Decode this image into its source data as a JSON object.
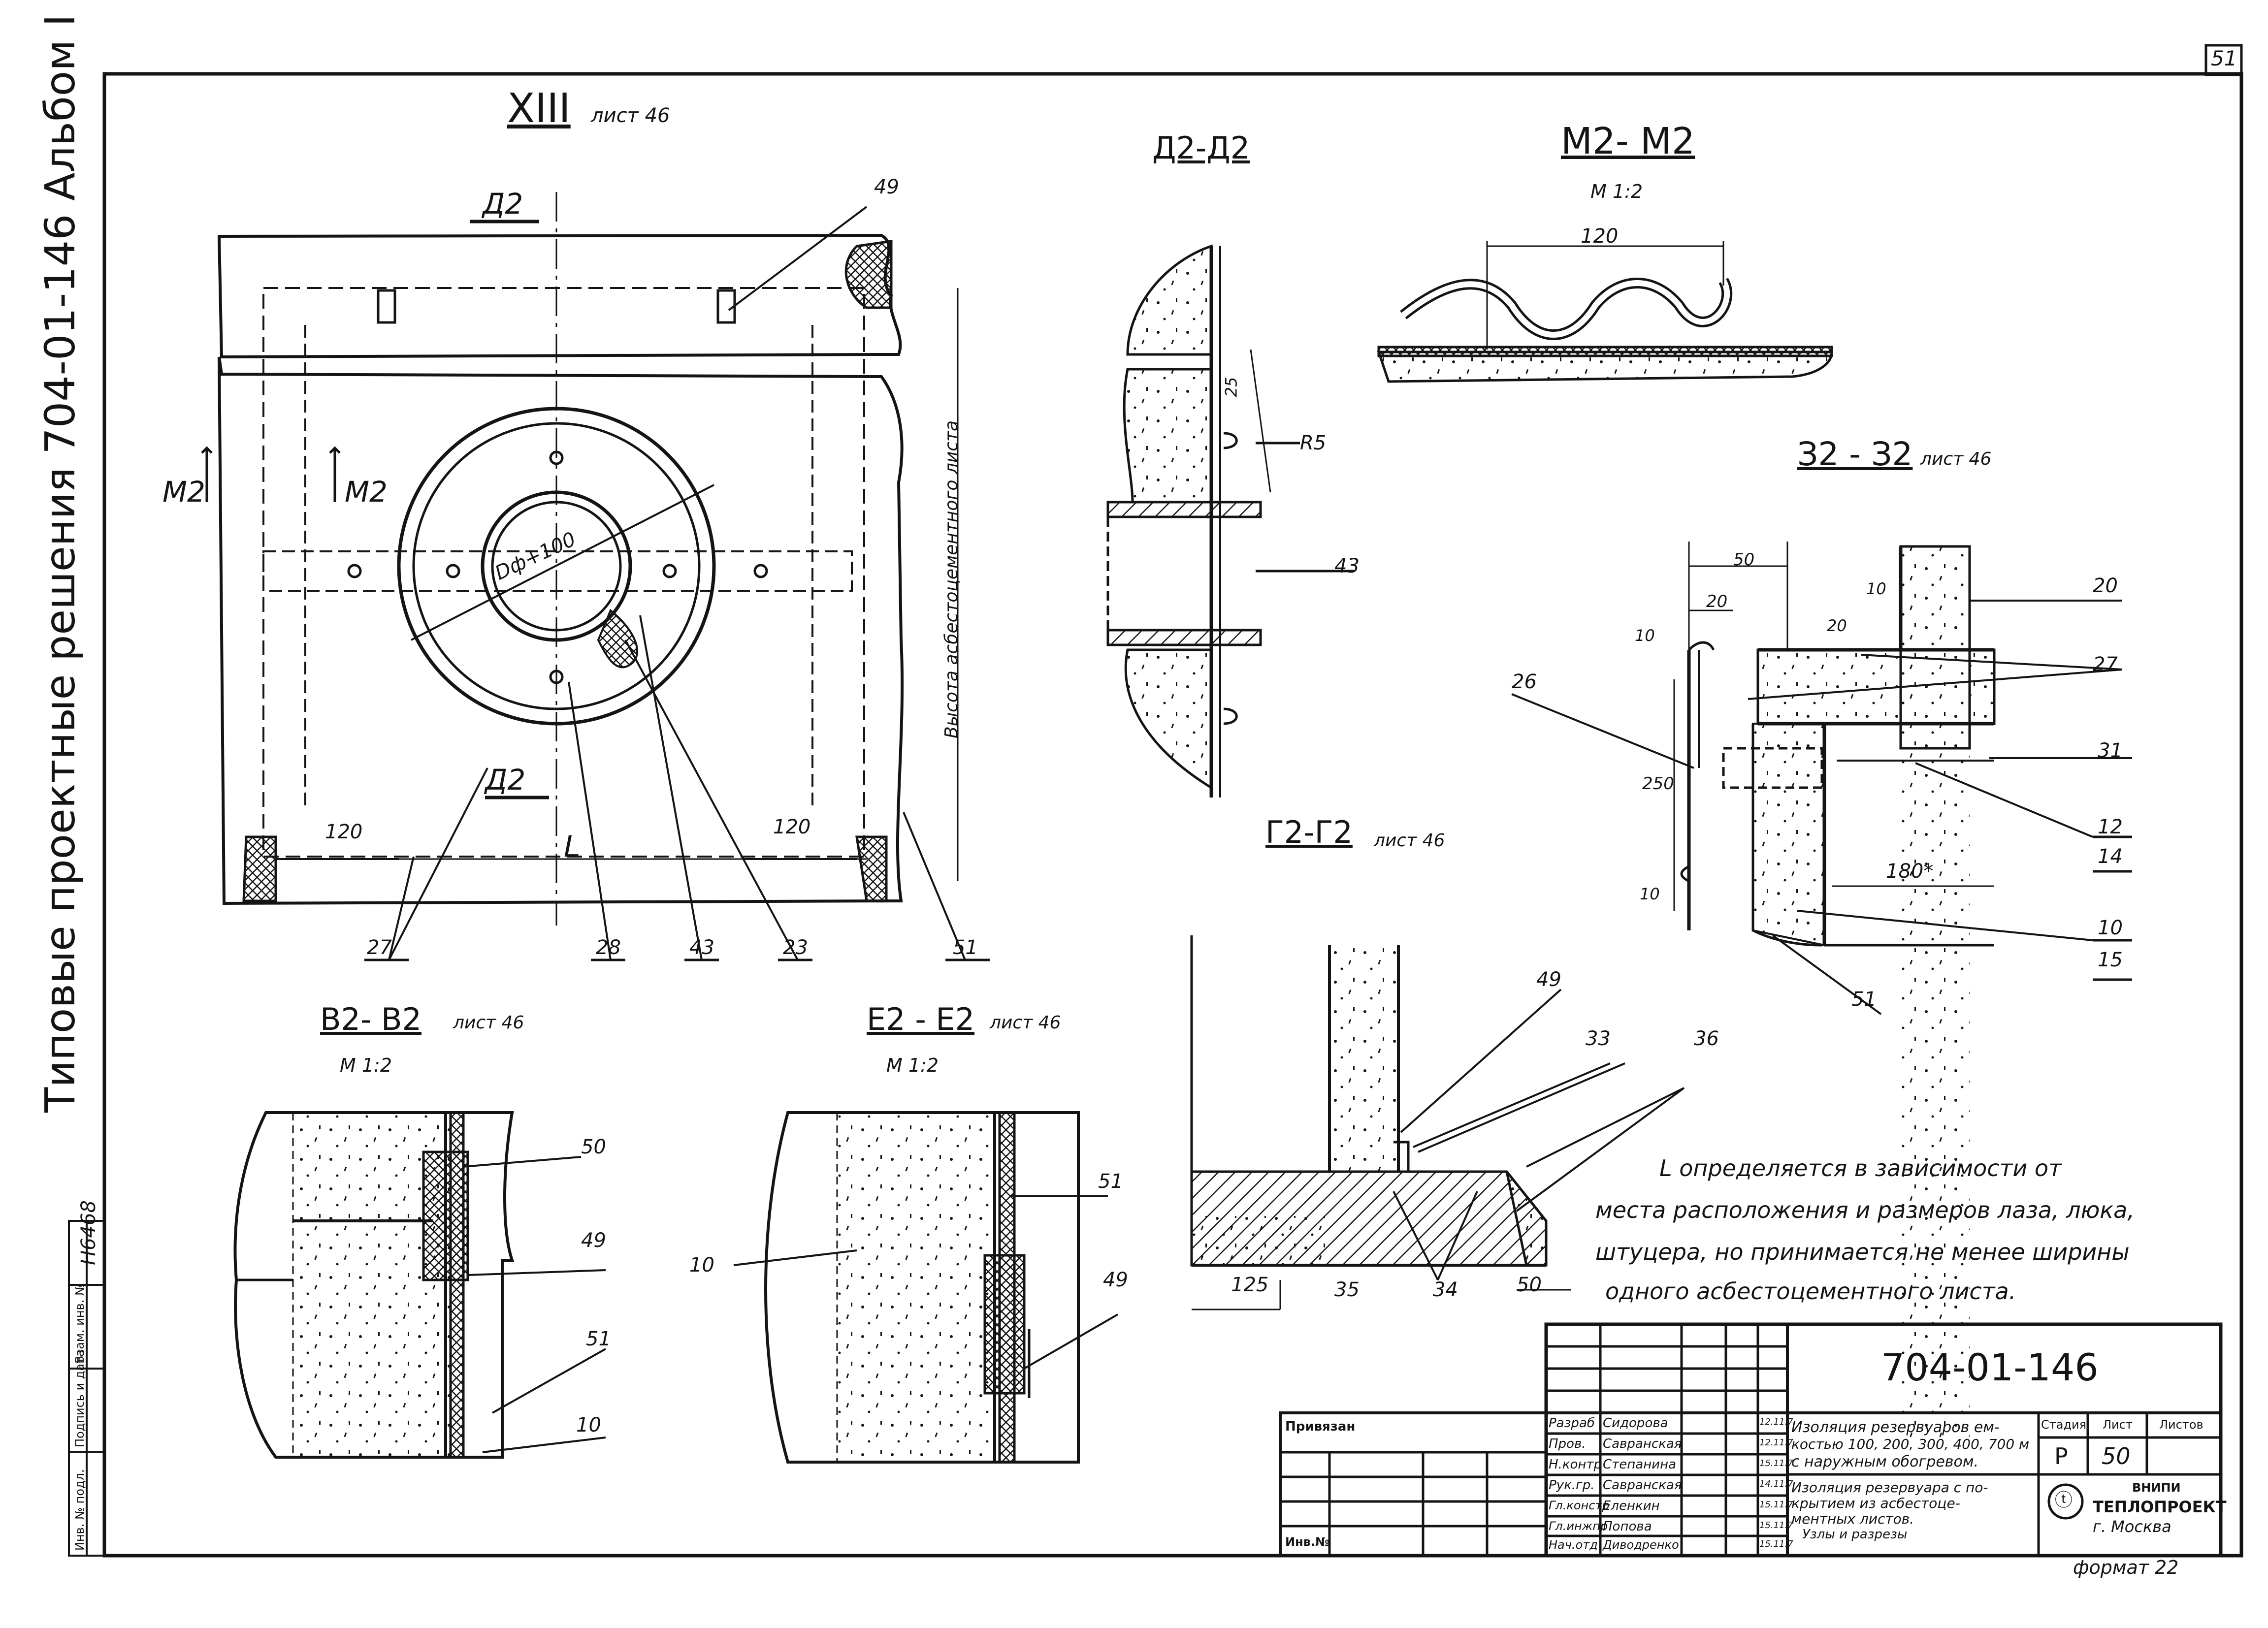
{
  "page_number": "51",
  "side_title": "Типовые проектные решения   704-01-146   Альбом I",
  "inv_code": "Н6468",
  "left_stamp": [
    "Инв. № подл.",
    "Подпись и дата",
    "Взам. инв. №"
  ],
  "views": {
    "xiii": {
      "title": "XIII",
      "sheet_ref": "лист 46",
      "cut_d": "Д2",
      "cut_m": "М2",
      "dim_120": "120",
      "dim_L": "L",
      "d_label": "Dф+100",
      "vertical_note": "Высота асбестоцементного листа",
      "callouts": [
        "49",
        "27",
        "28",
        "43",
        "23",
        "51"
      ]
    },
    "dd": {
      "title": "Д2-Д2",
      "dim_25": "25",
      "r5": "R5",
      "callout_43": "43"
    },
    "mm": {
      "title": "М2- М2",
      "scale": "М 1:2",
      "dim_120": "120"
    },
    "zz": {
      "title": "З2 - З2",
      "sheet_ref": "лист 46",
      "dims": [
        "50",
        "20",
        "10",
        "20",
        "10",
        "250",
        "10",
        "180*"
      ],
      "callouts": [
        "20",
        "27",
        "26",
        "31",
        "12",
        "14",
        "10",
        "15",
        "51"
      ]
    },
    "gg": {
      "title": "Г2-Г2",
      "sheet_ref": "лист 46",
      "dims": [
        "125",
        "35",
        "34",
        "50"
      ],
      "callouts": [
        "49",
        "33",
        "36"
      ]
    },
    "vv": {
      "title": "В2- В2",
      "sheet_ref": "лист 46",
      "scale": "М 1:2",
      "callouts": [
        "50",
        "49",
        "51",
        "10"
      ]
    },
    "ee": {
      "title": "Е2 - Е2",
      "sheet_ref": "лист 46",
      "scale": "М 1:2",
      "callouts": [
        "51",
        "10",
        "49"
      ]
    }
  },
  "note": [
    "L определяется в зависимости от",
    "места расположения и размеров лаза, люка,",
    "штуцера, но принимается не менее ширины",
    "одного асбестоцементного листа."
  ],
  "title_block": {
    "code": "704-01-146",
    "privyazan": "Привязан",
    "inv": "Инв.№",
    "roles": [
      "Разраб",
      "Пров.",
      "Н.контр",
      "Рук.гр.",
      "Гл.констр",
      "Гл.инжпр",
      "Нач.отд"
    ],
    "names": [
      "Сидорова",
      "Савранская",
      "Степанина",
      "Савранская",
      "Еленкин",
      "Попова",
      "Диводренко"
    ],
    "dates": [
      "12.11.7",
      "12.11.7",
      "15.11.7",
      "14.11.7",
      "15.11.7",
      "15.11.7",
      "15.11.7"
    ],
    "desc1": [
      "Изоляция резервуаров ем-",
      "костью 100, 200, 300, 400, 700 м",
      "с наружным обогревом."
    ],
    "desc2": [
      "Изоляция резервуара с по-",
      "крытием из асбестоце-",
      "ментных листов.",
      "Узлы и разрезы"
    ],
    "stage_h": "Стадия",
    "sheet_h": "Лист",
    "sheets_h": "Листов",
    "stage": "Р",
    "sheet": "50",
    "sheets": "",
    "org": [
      "ВНИПИ",
      "ТЕПЛОПРОЕКТ",
      "г. Москва"
    ],
    "format": "формат 22"
  }
}
